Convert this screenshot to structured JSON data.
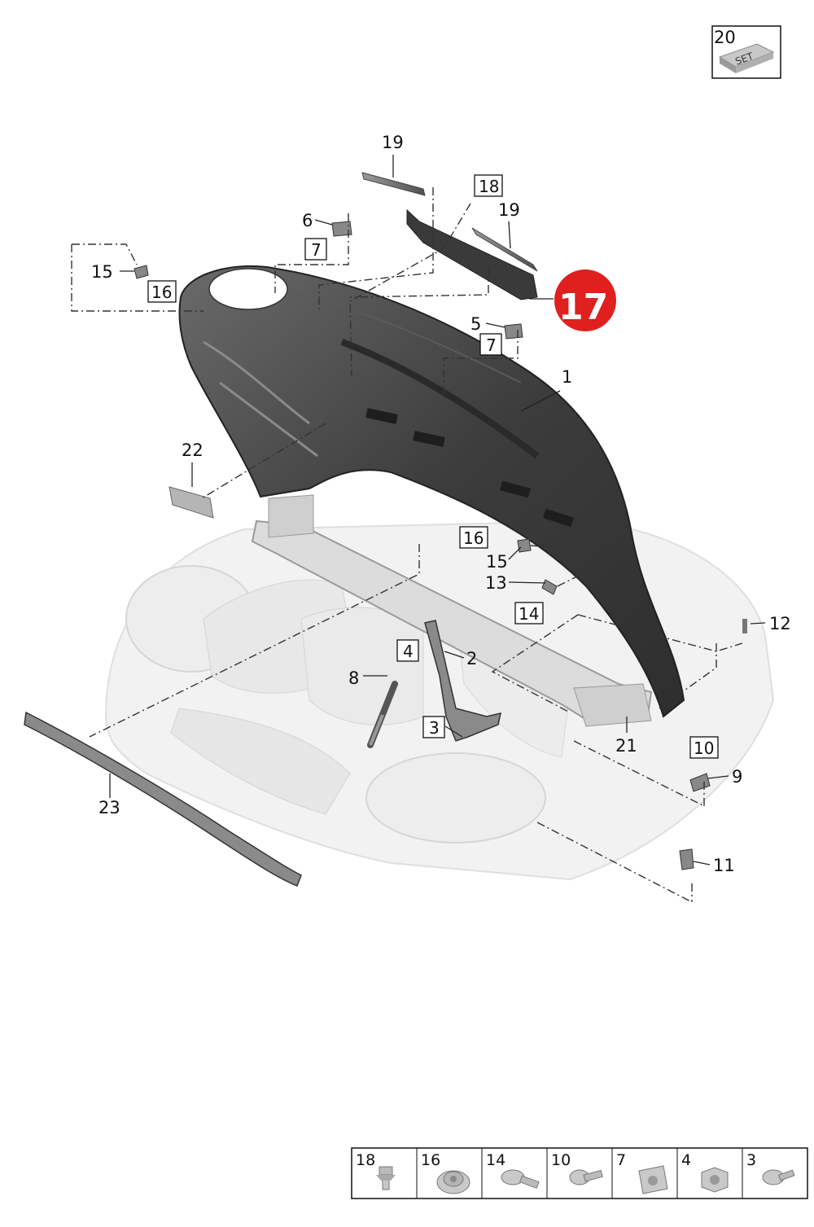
{
  "set_box": {
    "number": "20",
    "text": "SET"
  },
  "highlight": {
    "number": "17",
    "color": "#e01f1f"
  },
  "labels": {
    "l1": "1",
    "l2": "2",
    "l5": "5",
    "l6": "6",
    "l8": "8",
    "l9": "9",
    "l11": "11",
    "l12": "12",
    "l13": "13",
    "l15a": "15",
    "l15b": "15",
    "l19a": "19",
    "l19b": "19",
    "l21": "21",
    "l22": "22",
    "l23": "23"
  },
  "boxed_labels": {
    "b3": "3",
    "b4": "4",
    "b7a": "7",
    "b7b": "7",
    "b10": "10",
    "b14": "14",
    "b16a": "16",
    "b16b": "16",
    "b18": "18"
  },
  "legend": [
    {
      "number": "18",
      "icon": "push-clip-icon"
    },
    {
      "number": "16",
      "icon": "flange-nut-icon"
    },
    {
      "number": "14",
      "icon": "torx-screw-icon"
    },
    {
      "number": "10",
      "icon": "bolt-icon"
    },
    {
      "number": "7",
      "icon": "clip-nut-icon"
    },
    {
      "number": "4",
      "icon": "hex-nut-icon"
    },
    {
      "number": "3",
      "icon": "screw-icon"
    }
  ]
}
